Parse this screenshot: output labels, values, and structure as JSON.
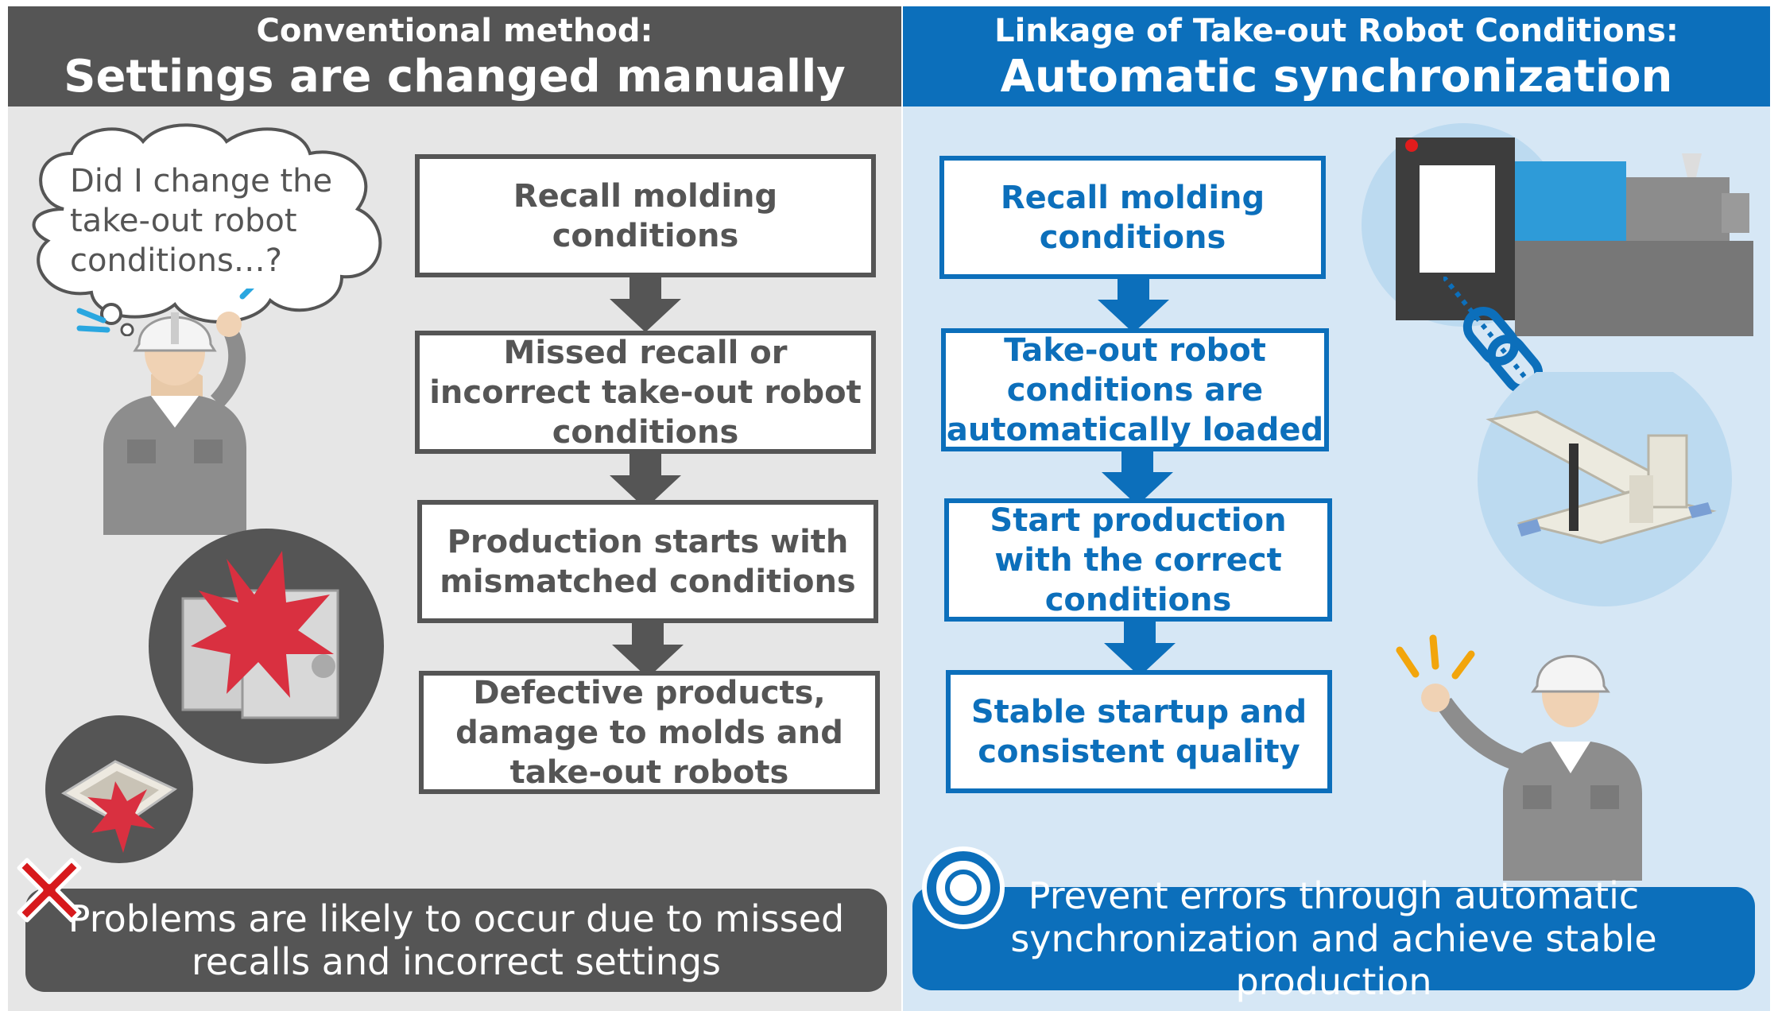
{
  "left": {
    "header_sub": "Conventional method:",
    "header_main": "Settings are changed manually",
    "thought": "Did I change the\ntake-out robot\nconditions…?",
    "steps": [
      "Recall molding\nconditions",
      "Missed recall or\nincorrect take-out robot\nconditions",
      "Production starts with\nmismatched conditions",
      "Defective products,\ndamage to molds and\ntake-out robots"
    ],
    "conclusion": "Problems are likely to occur due to missed\nrecalls and incorrect settings"
  },
  "right": {
    "header_sub": "Linkage of Take-out Robot Conditions:",
    "header_main": "Automatic synchronization",
    "steps": [
      "Recall molding\nconditions",
      "Take-out robot\nconditions are\nautomatically loaded",
      "Start production\nwith the correct\nconditions",
      "Stable startup and\nconsistent quality"
    ],
    "conclusion": "Prevent errors through automatic\nsynchronization and achieve stable production"
  },
  "colors": {
    "gray_dark": "#555555",
    "gray_bg": "#e6e6e6",
    "blue": "#0c6fbb",
    "blue_bg": "#d6e7f5",
    "red_mark": "#d7191c",
    "burst": "#d93040"
  },
  "icons": [
    "cloud-thought-icon",
    "worker-confused-icon",
    "damaged-mold-icon",
    "defective-part-icon",
    "cross-mark-icon",
    "molding-machine-icon",
    "chain-link-icon",
    "take-out-robot-icon",
    "worker-thumbs-up-icon",
    "circle-mark-icon"
  ]
}
